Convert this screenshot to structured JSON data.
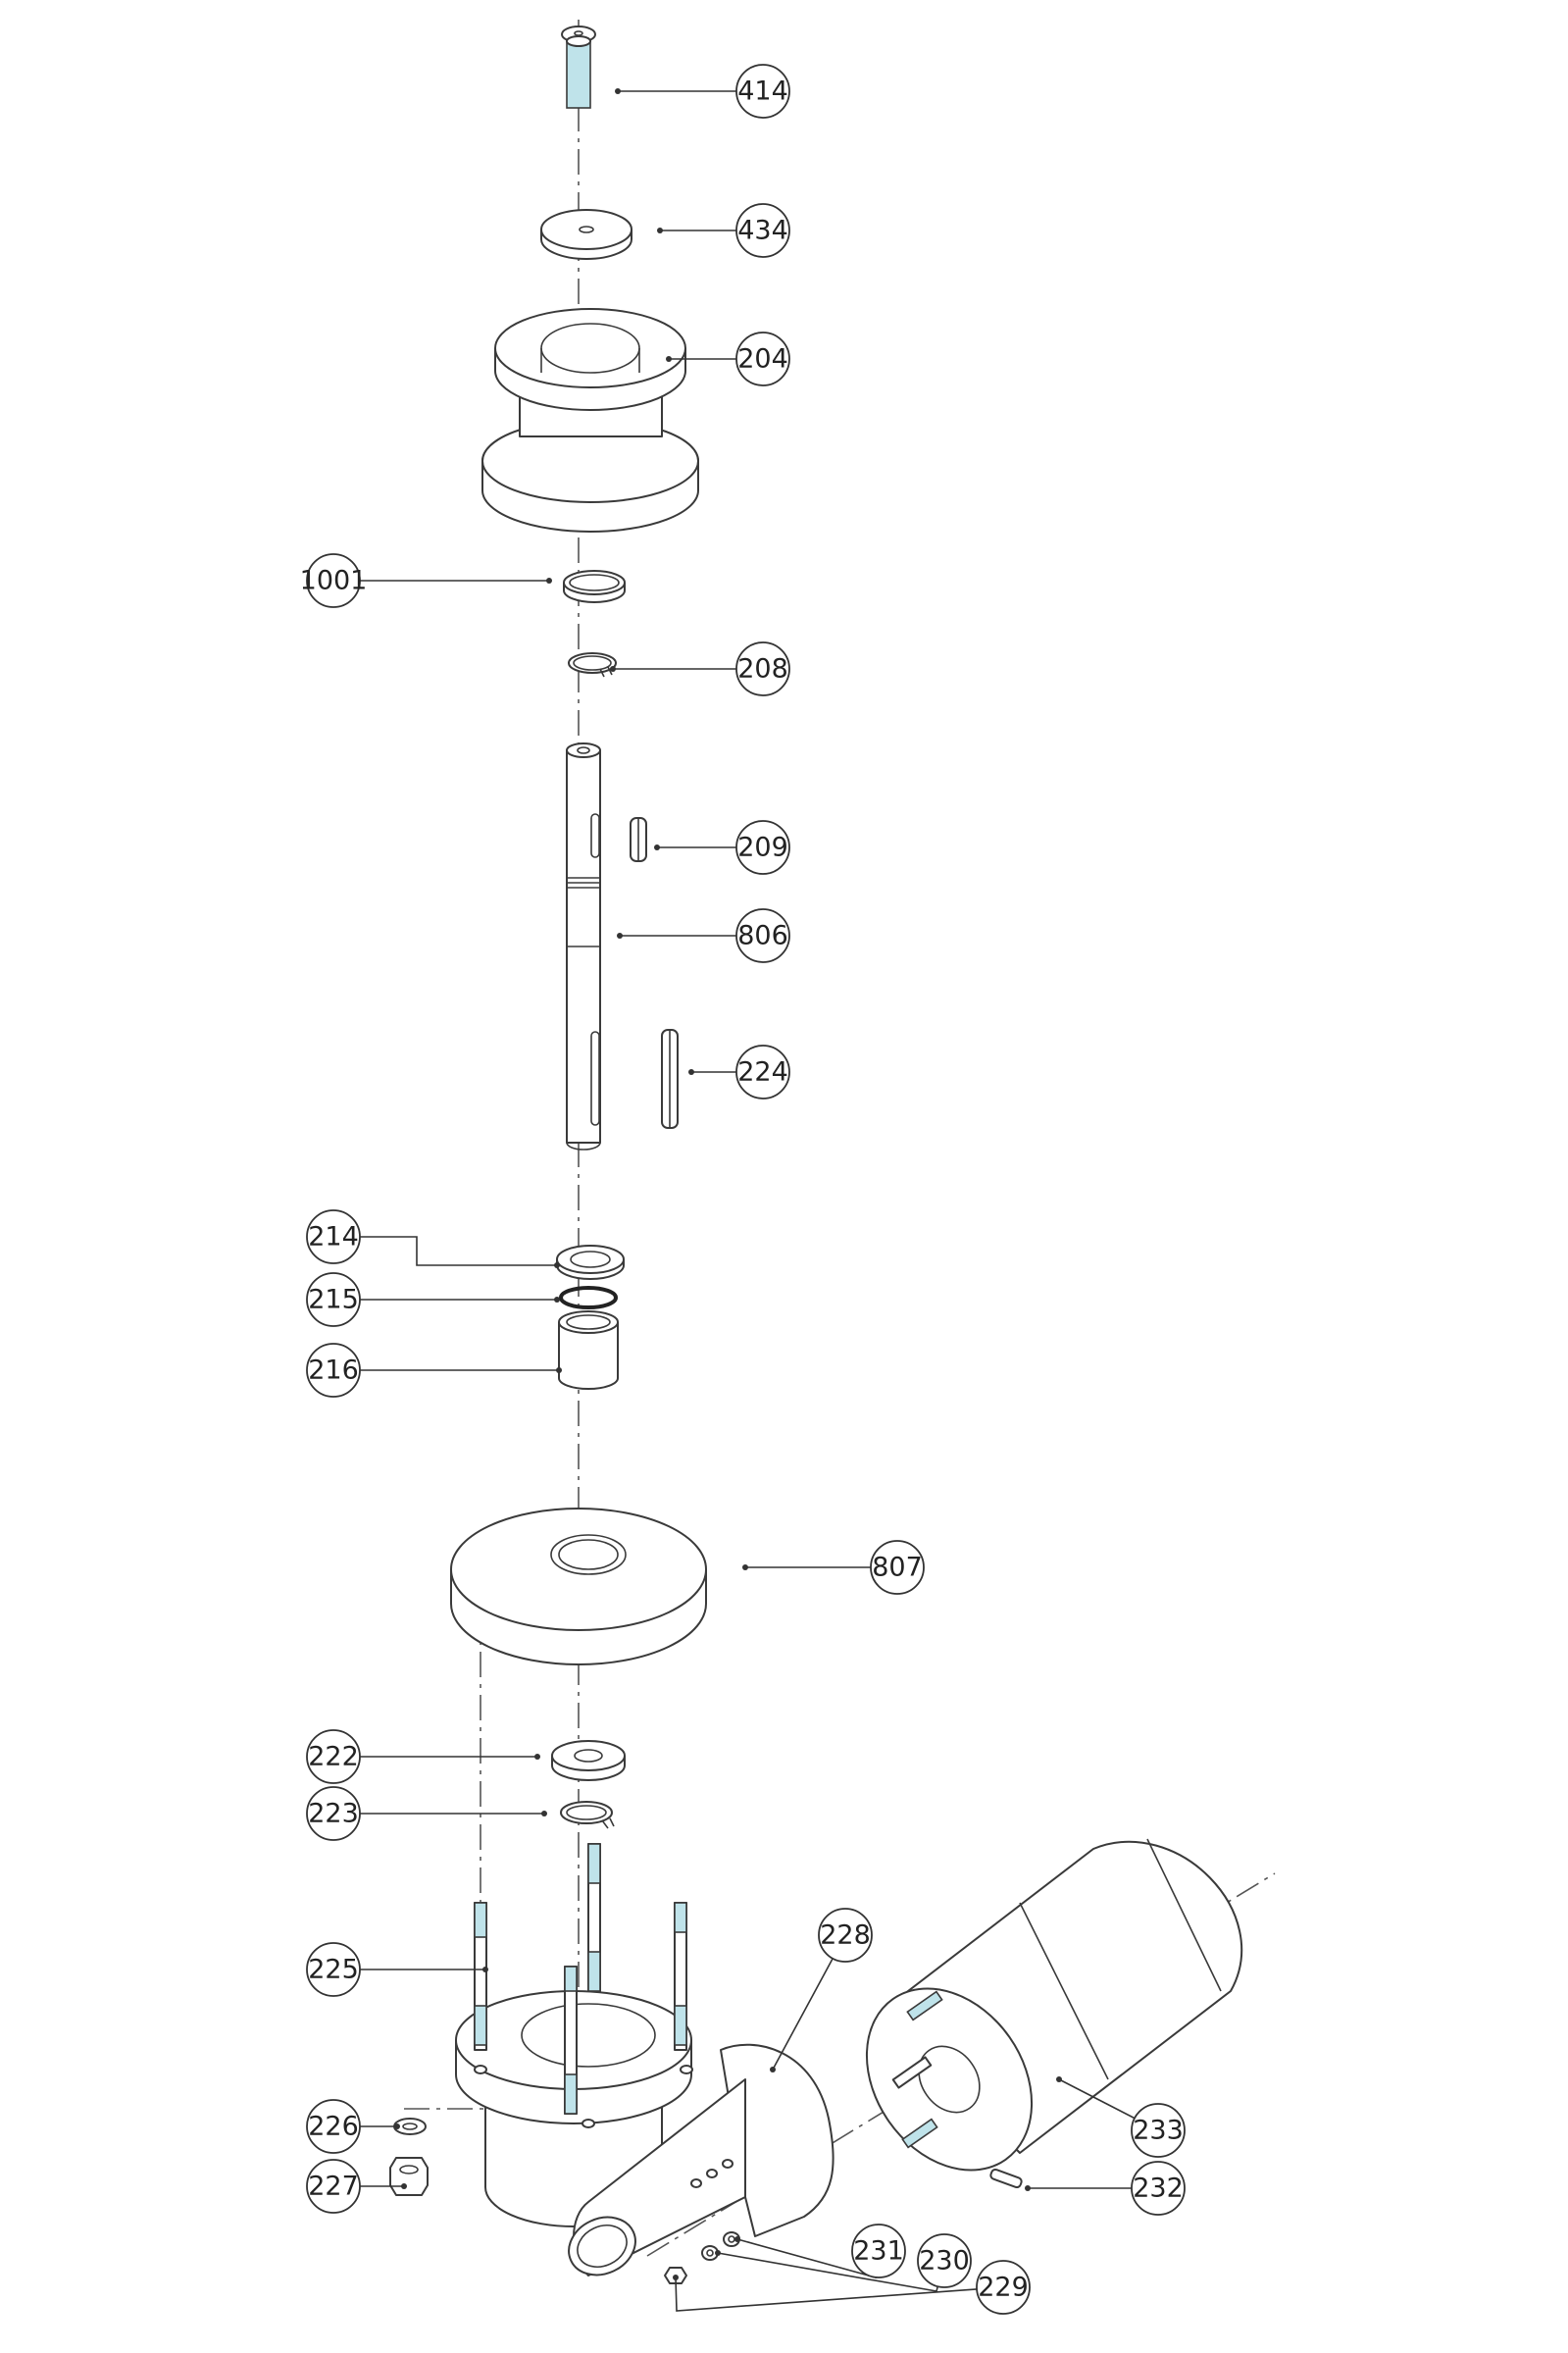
{
  "diagram": {
    "type": "exploded-assembly-drawing",
    "colors": {
      "line": "#3a3a3a",
      "thread_highlight": "#bfe3ea",
      "background": "#ffffff"
    },
    "callouts": [
      {
        "id": "414",
        "label": "414"
      },
      {
        "id": "434",
        "label": "434"
      },
      {
        "id": "204",
        "label": "204"
      },
      {
        "id": "1001",
        "label": "1001"
      },
      {
        "id": "208",
        "label": "208"
      },
      {
        "id": "209",
        "label": "209"
      },
      {
        "id": "806",
        "label": "806"
      },
      {
        "id": "224",
        "label": "224"
      },
      {
        "id": "214",
        "label": "214"
      },
      {
        "id": "215",
        "label": "215"
      },
      {
        "id": "216",
        "label": "216"
      },
      {
        "id": "807",
        "label": "807"
      },
      {
        "id": "222",
        "label": "222"
      },
      {
        "id": "223",
        "label": "223"
      },
      {
        "id": "225",
        "label": "225"
      },
      {
        "id": "228",
        "label": "228"
      },
      {
        "id": "226",
        "label": "226"
      },
      {
        "id": "227",
        "label": "227"
      },
      {
        "id": "233",
        "label": "233"
      },
      {
        "id": "232",
        "label": "232"
      },
      {
        "id": "231",
        "label": "231"
      },
      {
        "id": "230",
        "label": "230"
      },
      {
        "id": "229",
        "label": "229"
      }
    ]
  }
}
